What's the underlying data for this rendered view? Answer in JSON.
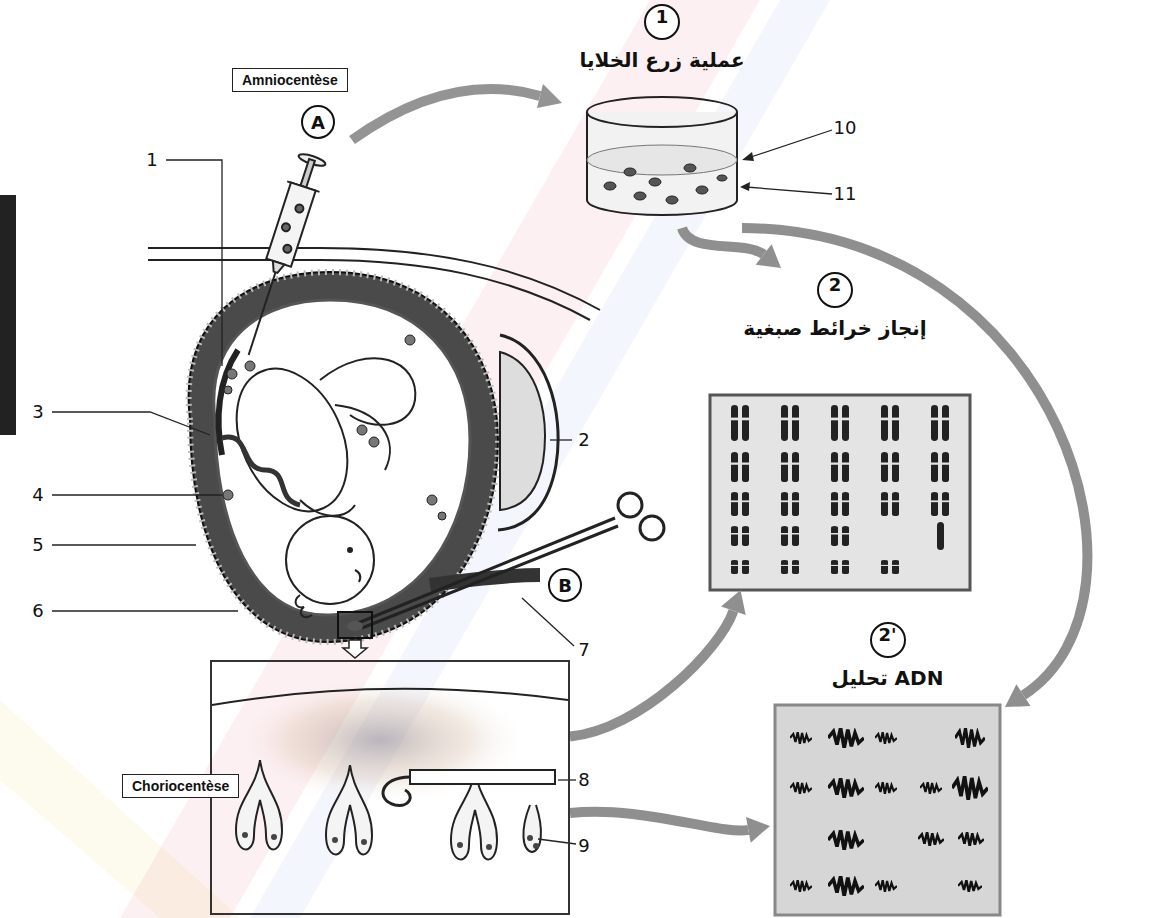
{
  "diagram": {
    "nodes": [
      {
        "text": [
          "Amniocentèse"
        ]
      },
      {
        "text": [
          "A"
        ]
      },
      {
        "text": [
          "1",
          "عملية زرع الخلايا"
        ]
      },
      {
        "text": [
          "2",
          "إنجاز خرائط صبغية"
        ]
      },
      {
        "text": [
          "2'",
          "تحليل ADN"
        ]
      },
      {
        "text": [
          "B"
        ]
      },
      {
        "text": [
          "Choriocentèse"
        ]
      }
    ],
    "edges": [
      {
        "from": 2,
        "to": 3,
        "arrow": "to"
      },
      {
        "from": 2,
        "to": 4,
        "arrow": "to"
      },
      {
        "from": 6,
        "to": 3,
        "arrow": "to"
      },
      {
        "from": 6,
        "to": 4,
        "arrow": "to"
      }
    ],
    "labels": [
      "1",
      "3",
      "4",
      "5",
      "6",
      "2",
      "7",
      "8",
      "9",
      "10",
      "11"
    ]
  }
}
